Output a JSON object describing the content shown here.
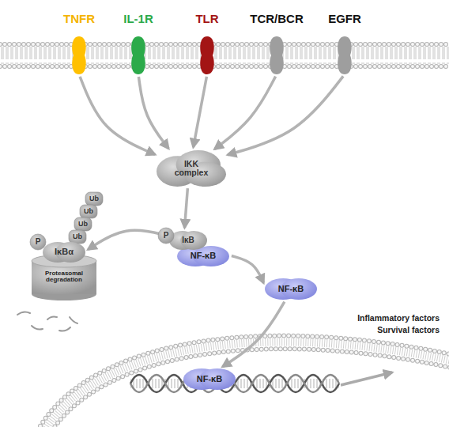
{
  "diagram": {
    "nodes": [
      {
        "text": [
          "TNFR"
        ]
      },
      {
        "text": [
          "IL-1R"
        ]
      },
      {
        "text": [
          "TLR"
        ]
      },
      {
        "text": [
          "TCR/BCR"
        ]
      },
      {
        "text": [
          "EGFR"
        ]
      },
      {
        "text": [
          "IKK complex"
        ]
      },
      {
        "text": [
          "Ub"
        ]
      },
      {
        "text": [
          "Ub"
        ]
      },
      {
        "text": [
          "Ub"
        ]
      },
      {
        "text": [
          "Ub"
        ]
      },
      {
        "text": [
          "P"
        ]
      },
      {
        "text": [
          "IκBα"
        ]
      },
      {
        "text": [
          "Proteasomal degradation"
        ]
      },
      {
        "text": [
          "P"
        ]
      },
      {
        "text": [
          "IκB"
        ]
      },
      {
        "text": [
          "NF-κB"
        ]
      },
      {
        "text": [
          "NF-κB"
        ]
      },
      {
        "text": [
          "NF-κB"
        ]
      }
    ],
    "edges": [
      {
        "from": 0,
        "to": 5,
        "arrow": "to"
      },
      {
        "from": 1,
        "to": 5,
        "arrow": "to"
      },
      {
        "from": 2,
        "to": 5,
        "arrow": "to"
      },
      {
        "from": 3,
        "to": 5,
        "arrow": "to"
      },
      {
        "from": 4,
        "to": 5,
        "arrow": "to"
      },
      {
        "from": 5,
        "to": 14,
        "arrow": "to"
      },
      {
        "from": 14,
        "to": 11,
        "arrow": "to"
      },
      {
        "from": 15,
        "to": 16,
        "arrow": "to"
      },
      {
        "from": 16,
        "to": 17,
        "arrow": "to"
      }
    ],
    "labels": [
      "Inflammatory factors",
      "Survival factors"
    ]
  }
}
